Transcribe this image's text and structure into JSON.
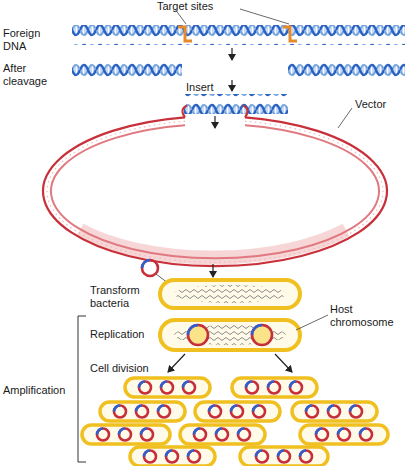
{
  "diagram": {
    "labels": [
      "Target sites",
      "Foreign DNA",
      "After cleavage",
      "Insert",
      "Vector",
      "Transform bacteria",
      "Replication",
      "Host chromosome",
      "Amplification",
      "Cell division"
    ]
  }
}
